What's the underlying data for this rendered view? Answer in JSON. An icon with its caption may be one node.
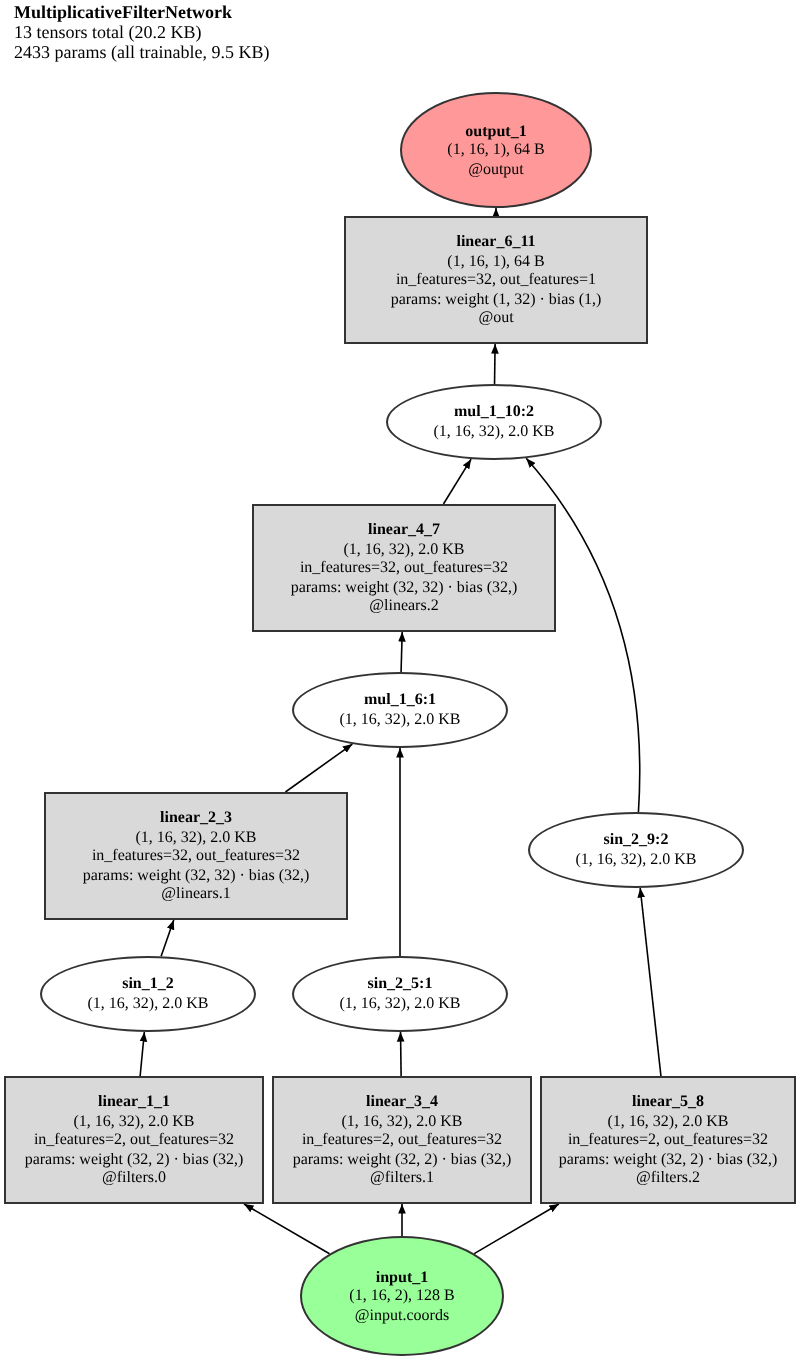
{
  "diagram": {
    "title": "MultiplicativeFilterNetwork",
    "labels": [
      "13 tensors total (20.2 KB)",
      "2433 params (all trainable, 9.5 KB)"
    ],
    "nodes": [
      {
        "text": [
          "output_1",
          "(1, 16, 1), 64 B",
          "@output"
        ]
      },
      {
        "text": [
          "linear_6_11",
          "(1, 16, 1), 64 B",
          "in_features=32, out_features=1",
          "params: weight (1, 32) · bias (1,)",
          "@out"
        ]
      },
      {
        "text": [
          "mul_1_10:2",
          "(1, 16, 32), 2.0 KB"
        ]
      },
      {
        "text": [
          "linear_4_7",
          "(1, 16, 32), 2.0 KB",
          "in_features=32, out_features=32",
          "params: weight (32, 32) · bias (32,)",
          "@linears.2"
        ]
      },
      {
        "text": [
          "mul_1_6:1",
          "(1, 16, 32), 2.0 KB"
        ]
      },
      {
        "text": [
          "linear_2_3",
          "(1, 16, 32), 2.0 KB",
          "in_features=32, out_features=32",
          "params: weight (32, 32) · bias (32,)",
          "@linears.1"
        ]
      },
      {
        "text": [
          "sin_2_9:2",
          "(1, 16, 32), 2.0 KB"
        ]
      },
      {
        "text": [
          "sin_1_2",
          "(1, 16, 32), 2.0 KB"
        ]
      },
      {
        "text": [
          "sin_2_5:1",
          "(1, 16, 32), 2.0 KB"
        ]
      },
      {
        "text": [
          "linear_1_1",
          "(1, 16, 32), 2.0 KB",
          "in_features=2, out_features=32",
          "params: weight (32, 2) · bias (32,)",
          "@filters.0"
        ]
      },
      {
        "text": [
          "linear_3_4",
          "(1, 16, 32), 2.0 KB",
          "in_features=2, out_features=32",
          "params: weight (32, 2) · bias (32,)",
          "@filters.1"
        ]
      },
      {
        "text": [
          "linear_5_8",
          "(1, 16, 32), 2.0 KB",
          "in_features=2, out_features=32",
          "params: weight (32, 2) · bias (32,)",
          "@filters.2"
        ]
      },
      {
        "text": [
          "input_1",
          "(1, 16, 2), 128 B",
          "@input.coords"
        ]
      }
    ],
    "edges": [
      {
        "from": 1,
        "to": 0,
        "arrow": "to"
      },
      {
        "from": 2,
        "to": 1,
        "arrow": "to"
      },
      {
        "from": 3,
        "to": 2,
        "arrow": "to"
      },
      {
        "from": 6,
        "to": 2,
        "arrow": "to"
      },
      {
        "from": 4,
        "to": 3,
        "arrow": "to"
      },
      {
        "from": 5,
        "to": 4,
        "arrow": "to"
      },
      {
        "from": 8,
        "to": 4,
        "arrow": "to"
      },
      {
        "from": 7,
        "to": 5,
        "arrow": "to"
      },
      {
        "from": 11,
        "to": 6,
        "arrow": "to"
      },
      {
        "from": 9,
        "to": 7,
        "arrow": "to"
      },
      {
        "from": 10,
        "to": 8,
        "arrow": "to"
      },
      {
        "from": 12,
        "to": 9,
        "arrow": "to"
      },
      {
        "from": 12,
        "to": 10,
        "arrow": "to"
      },
      {
        "from": 12,
        "to": 11,
        "arrow": "to"
      }
    ]
  }
}
